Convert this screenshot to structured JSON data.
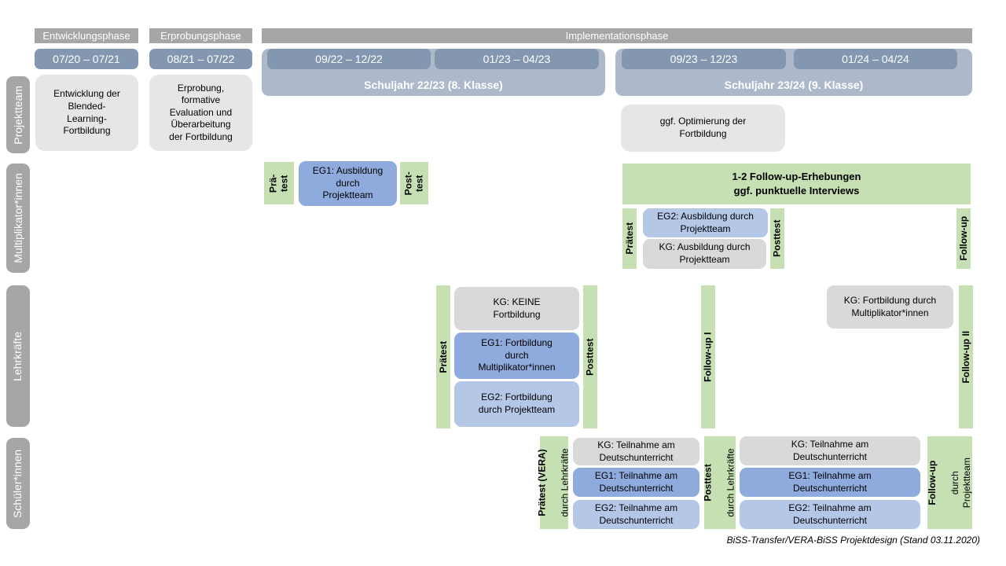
{
  "header": {
    "phase1": "Entwicklungsphase",
    "phase2": "Erprobungsphase",
    "phase3": "Implementationsphase",
    "date1": "07/20 – 07/21",
    "date2": "08/21 – 07/22",
    "year1": {
      "label": "Schuljahr 22/23 (8. Klasse)",
      "dateA": "09/22 – 12/22",
      "dateB": "01/23 – 04/23"
    },
    "year2": {
      "label": "Schuljahr 23/24 (9. Klasse)",
      "dateA": "09/23 – 12/23",
      "dateB": "01/24 – 04/24"
    }
  },
  "sidebar": {
    "projektteam": "Projektteam",
    "multiplikatoren": "Multiplikator*innen",
    "lehrkraefte": "Lehrkräfte",
    "schueler": "Schüler*innen"
  },
  "projektteam": {
    "entwicklung": "Entwicklung der\nBlended-\nLearning-\nFortbildung",
    "erprobung": "Erprobung,\nformative\nEvaluation und\nÜberarbeitung\nder Fortbildung",
    "optimierung": "ggf. Optimierung der\nFortbildung"
  },
  "multiplikatoren": {
    "praetest1": "Prä-\ntest",
    "eg1": "EG1: Ausbildung\ndurch\nProjektteam",
    "posttest1": "Post-\ntest",
    "followup_erhebungen": "1-2 Follow-up-Erhebungen\nggf. punktuelle Interviews",
    "praetest2": "Prätest",
    "eg2": "EG2: Ausbildung durch\nProjektteam",
    "kg": "KG: Ausbildung durch\nProjektteam",
    "posttest2": "Posttest",
    "followup": "Follow-up"
  },
  "lehrkraefte": {
    "praetest": "Prätest",
    "kg1": "KG: KEINE\nFortbildung",
    "eg1": "EG1: Fortbildung\ndurch\nMultiplikator*innen",
    "eg2": "EG2: Fortbildung\ndurch Projektteam",
    "posttest": "Posttest",
    "followup1": "Follow-up I",
    "kg2": "KG: Fortbildung durch\nMultiplikator*innen",
    "followup2": "Follow-up II"
  },
  "schueler": {
    "praetest_title": "Prätest (VERA)",
    "praetest_sub": "durch Lehrkräfte",
    "kg1": "KG: Teilnahme am\nDeutschunterricht",
    "eg1a": "EG1: Teilnahme am\nDeutschunterricht",
    "eg2a": "EG2: Teilnahme am\nDeutschunterricht",
    "posttest_title": "Posttest",
    "posttest_sub": "durch Lehrkräfte",
    "kg2": "KG: Teilnahme am\nDeutschunterricht",
    "eg1b": "EG1: Teilnahme am\nDeutschunterricht",
    "eg2b": "EG2: Teilnahme am\nDeutschunterricht",
    "followup_title": "Follow-up",
    "followup_sub": "durch\nProjektteam"
  },
  "footer": "BiSS-Transfer/VERA-BiSS Projektdesign (Stand 03.11.2020)",
  "colors": {
    "header_gray": "#a6a6a6",
    "date_blue": "#8497b0",
    "schuljahr_blue": "#adb9ca",
    "projektteam_box_gray": "#e7e6e6",
    "kg_gray": "#d9d9d9",
    "eg1_blue": "#8faadc",
    "eg2_blue": "#b4c7e7",
    "test_green": "#c6e0b4"
  }
}
